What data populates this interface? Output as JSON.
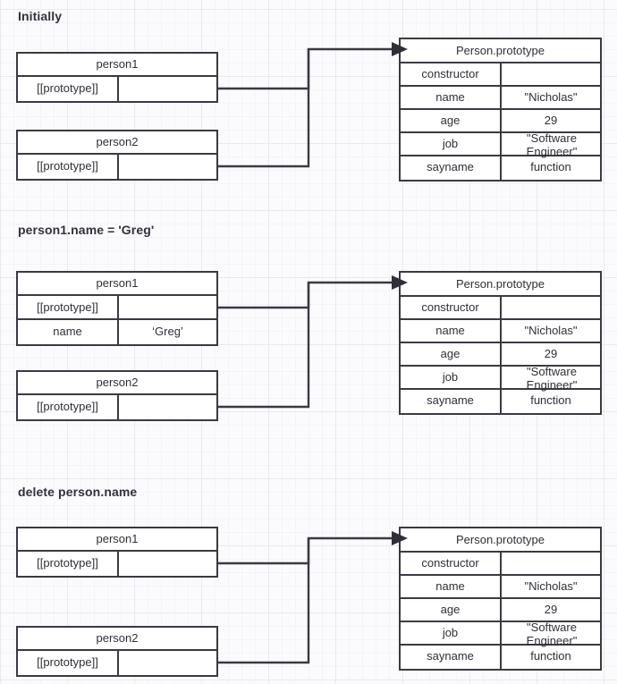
{
  "diagram": {
    "title_type": "javascript-prototype-chain-diagram",
    "sections": [
      {
        "heading": "Initially",
        "objects": [
          {
            "title": "person1",
            "rows": [
              {
                "key": "[[prototype]]",
                "value": ""
              }
            ]
          },
          {
            "title": "person2",
            "rows": [
              {
                "key": "[[prototype]]",
                "value": ""
              }
            ]
          }
        ],
        "prototype": {
          "title": "Person.prototype",
          "rows": [
            {
              "key": "constructor",
              "value": ""
            },
            {
              "key": "name",
              "value": "\"Nicholas\""
            },
            {
              "key": "age",
              "value": "29"
            },
            {
              "key": "job",
              "value": "\"Software Engineer\""
            },
            {
              "key": "sayname",
              "value": "function"
            }
          ]
        }
      },
      {
        "heading": "person1.name = 'Greg'",
        "objects": [
          {
            "title": "person1",
            "rows": [
              {
                "key": "[[prototype]]",
                "value": ""
              },
              {
                "key": "name",
                "value": "‘Greg’"
              }
            ]
          },
          {
            "title": "person2",
            "rows": [
              {
                "key": "[[prototype]]",
                "value": ""
              }
            ]
          }
        ],
        "prototype": {
          "title": "Person.prototype",
          "rows": [
            {
              "key": "constructor",
              "value": ""
            },
            {
              "key": "name",
              "value": "\"Nicholas\""
            },
            {
              "key": "age",
              "value": "29"
            },
            {
              "key": "job",
              "value": "\"Software Engineer\""
            },
            {
              "key": "sayname",
              "value": "function"
            }
          ]
        }
      },
      {
        "heading": "delete person.name",
        "objects": [
          {
            "title": "person1",
            "rows": [
              {
                "key": "[[prototype]]",
                "value": ""
              }
            ]
          },
          {
            "title": "person2",
            "rows": [
              {
                "key": "[[prototype]]",
                "value": ""
              }
            ]
          }
        ],
        "prototype": {
          "title": "Person.prototype",
          "rows": [
            {
              "key": "constructor",
              "value": ""
            },
            {
              "key": "name",
              "value": "\"Nicholas\""
            },
            {
              "key": "age",
              "value": "29"
            },
            {
              "key": "job",
              "value": "\"Software Engineer\""
            },
            {
              "key": "sayname",
              "value": "function"
            }
          ]
        }
      }
    ],
    "colors": {
      "stroke": "#3a3a44",
      "text": "#2f2f37",
      "background": "#fbfbfd",
      "grid_minor": "#f5f3f8",
      "grid_major": "#ebe8ef"
    }
  }
}
